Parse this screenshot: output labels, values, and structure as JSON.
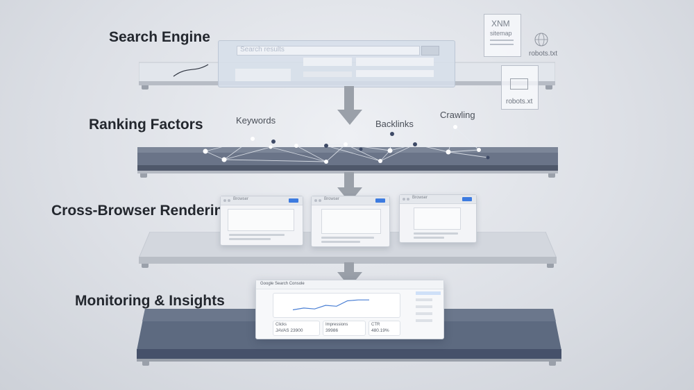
{
  "layers": [
    {
      "id": "search",
      "label": "Search Engine"
    },
    {
      "id": "ranking",
      "label": "Ranking Factors"
    },
    {
      "id": "render",
      "label": "Cross-Browser Rendering"
    },
    {
      "id": "monitor",
      "label": "Monitoring & Insights"
    }
  ],
  "search_engine": {
    "search_box_text": "Search results",
    "files": {
      "xml_title": "XNM",
      "xml_sub": "sitemap",
      "robots1": "robots.txt",
      "robots2": "robots.xt"
    }
  },
  "ranking_factors": {
    "keywords": "Keywords",
    "backlinks": "Backlinks",
    "crawling": "Crawling"
  },
  "browsers": [
    {
      "tab": "Browser"
    },
    {
      "tab": "Browser"
    },
    {
      "tab": "Browser"
    }
  ],
  "monitoring": {
    "app_title": "Google Search Console",
    "stats": [
      {
        "label": "Clicks",
        "value": "JAVAS 23900"
      },
      {
        "label": "Impressions",
        "value": "39986"
      },
      {
        "label": "CTR",
        "value": "480.19%"
      }
    ],
    "trend": [
      0.25,
      0.35,
      0.3,
      0.5,
      0.45,
      0.75,
      0.8,
      0.8
    ]
  }
}
